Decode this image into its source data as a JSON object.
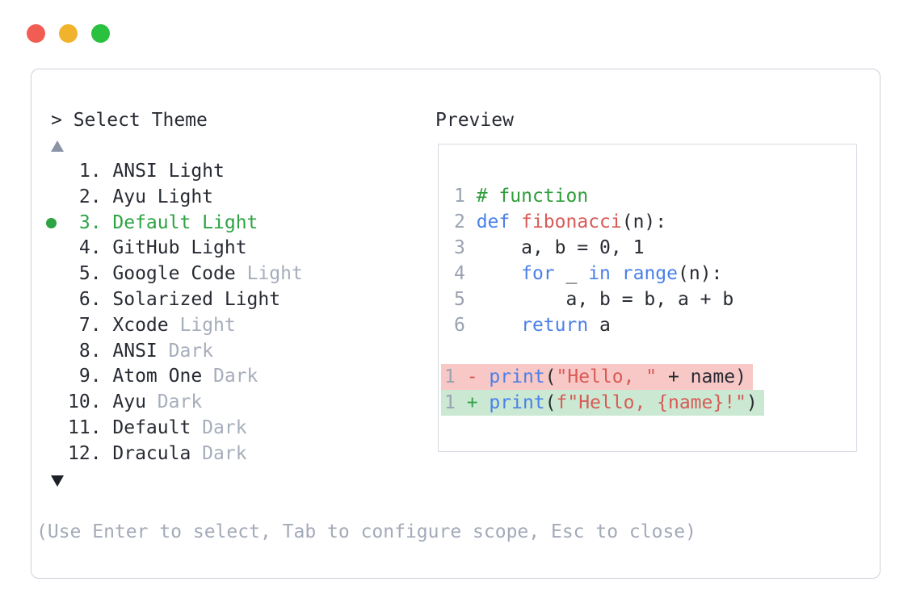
{
  "window": {
    "traffic_lights": [
      {
        "name": "close-button",
        "color": "#f25d53"
      },
      {
        "name": "minimize-button",
        "color": "#f2b32c"
      },
      {
        "name": "zoom-button",
        "color": "#2bc140"
      }
    ]
  },
  "theme_selector": {
    "prompt": "> Select Theme",
    "scroll_up_indicator": "up-triangle",
    "scroll_down_indicator": "down-triangle",
    "items": [
      {
        "number": 1,
        "name_main": "ANSI Light",
        "name_suffix": "",
        "selected": false
      },
      {
        "number": 2,
        "name_main": "Ayu Light",
        "name_suffix": "",
        "selected": false
      },
      {
        "number": 3,
        "name_main": "Default Light",
        "name_suffix": "",
        "selected": true
      },
      {
        "number": 4,
        "name_main": "GitHub Light",
        "name_suffix": "",
        "selected": false
      },
      {
        "number": 5,
        "name_main": "Google Code",
        "name_suffix": "Light",
        "selected": false
      },
      {
        "number": 6,
        "name_main": "Solarized Light",
        "name_suffix": "",
        "selected": false
      },
      {
        "number": 7,
        "name_main": "Xcode",
        "name_suffix": "Light",
        "selected": false
      },
      {
        "number": 8,
        "name_main": "ANSI",
        "name_suffix": "Dark",
        "selected": false
      },
      {
        "number": 9,
        "name_main": "Atom One",
        "name_suffix": "Dark",
        "selected": false
      },
      {
        "number": 10,
        "name_main": "Ayu",
        "name_suffix": "Dark",
        "selected": false
      },
      {
        "number": 11,
        "name_main": "Default",
        "name_suffix": "Dark",
        "selected": false
      },
      {
        "number": 12,
        "name_main": "Dracula",
        "name_suffix": "Dark",
        "selected": false
      }
    ],
    "help_text": "(Use Enter to select, Tab to configure scope, Esc to close)"
  },
  "preview": {
    "title": "Preview",
    "code_lines": [
      {
        "num": "1",
        "tokens": [
          [
            "comment",
            "# function"
          ]
        ]
      },
      {
        "num": "2",
        "tokens": [
          [
            "kw",
            "def"
          ],
          [
            "plain",
            " "
          ],
          [
            "red",
            "fibonacci"
          ],
          [
            "plain",
            "(n):"
          ]
        ]
      },
      {
        "num": "3",
        "tokens": [
          [
            "plain",
            "    a, b = 0, 1"
          ]
        ]
      },
      {
        "num": "4",
        "tokens": [
          [
            "plain",
            "    "
          ],
          [
            "kw",
            "for"
          ],
          [
            "plain",
            " _ "
          ],
          [
            "kw",
            "in"
          ],
          [
            "plain",
            " "
          ],
          [
            "kw",
            "range"
          ],
          [
            "plain",
            "(n):"
          ]
        ]
      },
      {
        "num": "5",
        "tokens": [
          [
            "plain",
            "        a, b = b, a + b"
          ]
        ]
      },
      {
        "num": "6",
        "tokens": [
          [
            "plain",
            "    "
          ],
          [
            "kw",
            "return"
          ],
          [
            "plain",
            " a"
          ]
        ]
      }
    ],
    "diff_lines": [
      {
        "num": "1",
        "sign": "-",
        "kind": "removed",
        "tokens": [
          [
            "kw",
            "print"
          ],
          [
            "plain",
            "("
          ],
          [
            "red",
            "\"Hello, \""
          ],
          [
            "plain",
            " + name)"
          ]
        ]
      },
      {
        "num": "1",
        "sign": "+",
        "kind": "added",
        "tokens": [
          [
            "kw",
            "print"
          ],
          [
            "plain",
            "("
          ],
          [
            "red",
            "f\"Hello, {name}!\""
          ],
          [
            "plain",
            ")"
          ]
        ]
      }
    ]
  },
  "colors": {
    "text_dark": "#282b33",
    "text_grey": "#a6adbb",
    "line_number_grey": "#9aa2b1",
    "help_grey": "#a3aab8",
    "accent_green": "#2da343",
    "keyword_blue": "#4a80e8",
    "token_red": "#d85a56",
    "comment_green": "#2f9e3c",
    "diff_removed_bg": "#f8c8c6",
    "diff_added_bg": "#cbe9d2",
    "panel_border": "#ccd1d9",
    "preview_border": "#d4d8df"
  }
}
